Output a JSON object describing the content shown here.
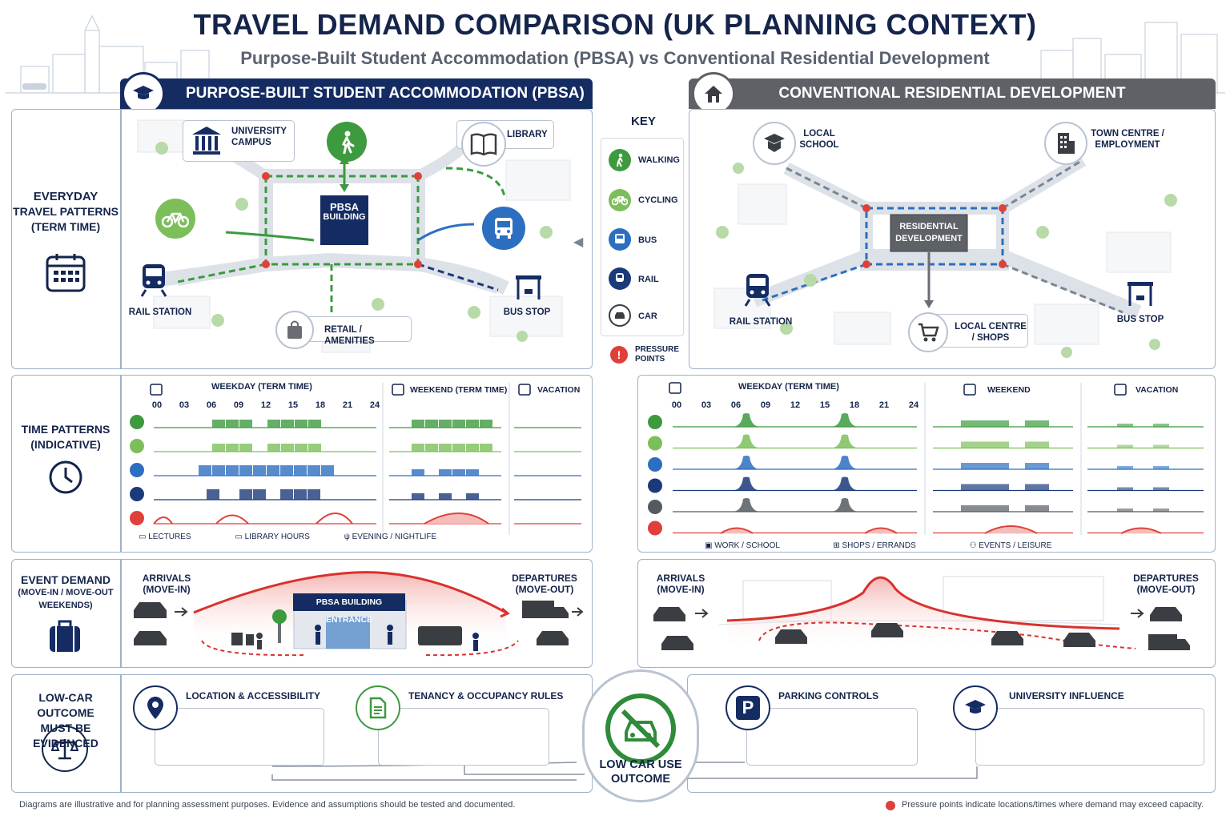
{
  "header": {
    "title": "TRAVEL DEMAND COMPARISON (UK PLANNING CONTEXT)",
    "subtitle": "Purpose-Built Student Accommodation (PBSA) vs Conventional Residential Development"
  },
  "pbsa": {
    "title": "PURPOSE-BUILT STUDENT ACCOMMODATION (PBSA)",
    "building": "PBSA BUILDING",
    "destinations": {
      "campus": "UNIVERSITY CAMPUS",
      "library": "LIBRARY",
      "rail": "RAIL STATION",
      "bus_stop": "BUS STOP",
      "retail": "RETAIL / AMENITIES"
    }
  },
  "residential": {
    "title": "CONVENTIONAL RESIDENTIAL DEVELOPMENT",
    "building": "RESIDENTIAL DEVELOPMENT",
    "destinations": {
      "school": "LOCAL SCHOOL",
      "town": "TOWN CENTRE / EMPLOYMENT",
      "rail": "RAIL STATION",
      "bus_stop": "BUS STOP",
      "shops": "LOCAL CENTRE / SHOPS"
    }
  },
  "key": {
    "title": "KEY",
    "items": [
      "WALKING",
      "CYCLING",
      "BUS",
      "RAIL",
      "CAR",
      "PRESSURE POINTS"
    ]
  },
  "rows": {
    "everyday": [
      "EVERYDAY",
      "TRAVEL PATTERNS",
      "(TERM TIME)"
    ],
    "time": [
      "TIME PATTERNS",
      "(INDICATIVE)"
    ],
    "event": [
      "EVENT DEMAND",
      "(MOVE-IN / MOVE-OUT",
      "WEEKENDS)"
    ],
    "lowcar": [
      "LOW-CAR OUTCOME",
      "MUST BE EVIDENCED"
    ]
  },
  "time_patterns": {
    "hours": [
      "00",
      "03",
      "06",
      "09",
      "12",
      "15",
      "18",
      "21",
      "24"
    ],
    "pbsa": {
      "weekday": "WEEKDAY (TERM TIME)",
      "weekend": "WEEKEND (TERM TIME)",
      "vacation": "VACATION",
      "legend": [
        "LECTURES",
        "LIBRARY HOURS",
        "EVENING / NIGHTLIFE"
      ]
    },
    "residential": {
      "weekday": "WEEKDAY (TERM TIME)",
      "weekend": "WEEKEND",
      "vacation": "VACATION",
      "legend": [
        "WORK / SCHOOL",
        "SHOPS / ERRANDS",
        "EVENTS / LEISURE"
      ]
    },
    "colors": {
      "walk": "#3d9a3f",
      "cycle": "#7cbf5a",
      "bus": "#2c6fc0",
      "rail": "#1b3a7a",
      "car": "#555a60",
      "pressure": "#e0403a"
    }
  },
  "event": {
    "arrivals": "ARRIVALS (MOVE-IN)",
    "departures": "DEPARTURES (MOVE-OUT)",
    "entrance": "PBSA BUILDING ENTRANCE"
  },
  "lowcar": {
    "cards": [
      "LOCATION & ACCESSIBILITY",
      "TENANCY & OCCUPANCY RULES",
      "PARKING CONTROLS",
      "UNIVERSITY INFLUENCE"
    ],
    "outcome": "LOW CAR USE OUTCOME"
  },
  "footer": {
    "left": "Diagrams are illustrative and for planning assessment purposes. Evidence and assumptions should be tested and documented.",
    "right": "Pressure points indicate locations/times where demand may exceed capacity."
  }
}
